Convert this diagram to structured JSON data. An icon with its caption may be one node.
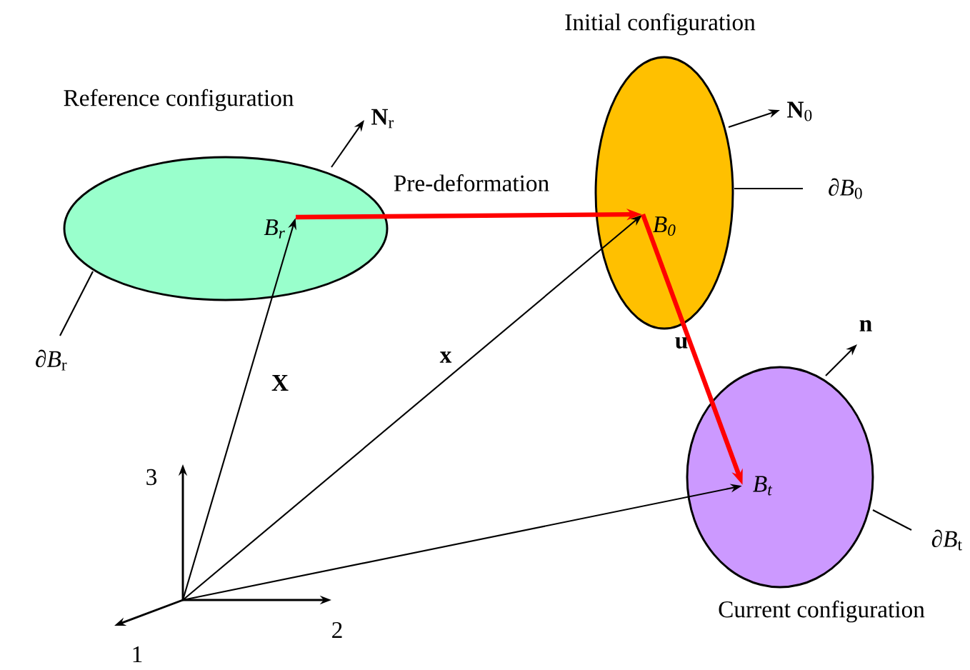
{
  "diagram": {
    "nodes": [
      {
        "text": [
          "Reference configuration"
        ]
      },
      {
        "text": [
          "*B*$_{r}$"
        ],
        "in": 0
      },
      {
        "text": [
          "Initial configuration"
        ]
      },
      {
        "text": [
          "*B*$_{0}$"
        ],
        "in": 2
      },
      {
        "text": [
          "Current configuration"
        ]
      },
      {
        "text": [
          "*B*$_{t}$"
        ],
        "in": 4
      },
      {
        "text": [
          "∂*B*$_{r}$"
        ]
      },
      {
        "text": [
          "∂*B*$_{0}$"
        ]
      },
      {
        "text": [
          "∂*B*$_{t}$"
        ]
      }
    ],
    "edges": [
      {
        "from": null,
        "to": 1,
        "arrow": "to",
        "label": "X"
      },
      {
        "from": null,
        "to": 3,
        "arrow": "to",
        "label": "x"
      },
      {
        "from": null,
        "to": 5,
        "arrow": "to"
      },
      {
        "from": 1,
        "to": 3,
        "arrow": "to",
        "label": "Pre-deformation",
        "style": "thick",
        "color": "#ff0000"
      },
      {
        "from": 3,
        "to": 5,
        "arrow": "to",
        "label": "u",
        "style": "thick",
        "color": "#ff0000"
      },
      {
        "from": 6,
        "to": 0,
        "arrow": "none"
      },
      {
        "from": 7,
        "to": 2,
        "arrow": "none"
      },
      {
        "from": 8,
        "to": 4,
        "arrow": "none"
      }
    ],
    "labels": [
      "**N**$_{r}$",
      "**N**$_{0}$",
      "n",
      "3",
      "2",
      "1"
    ]
  }
}
